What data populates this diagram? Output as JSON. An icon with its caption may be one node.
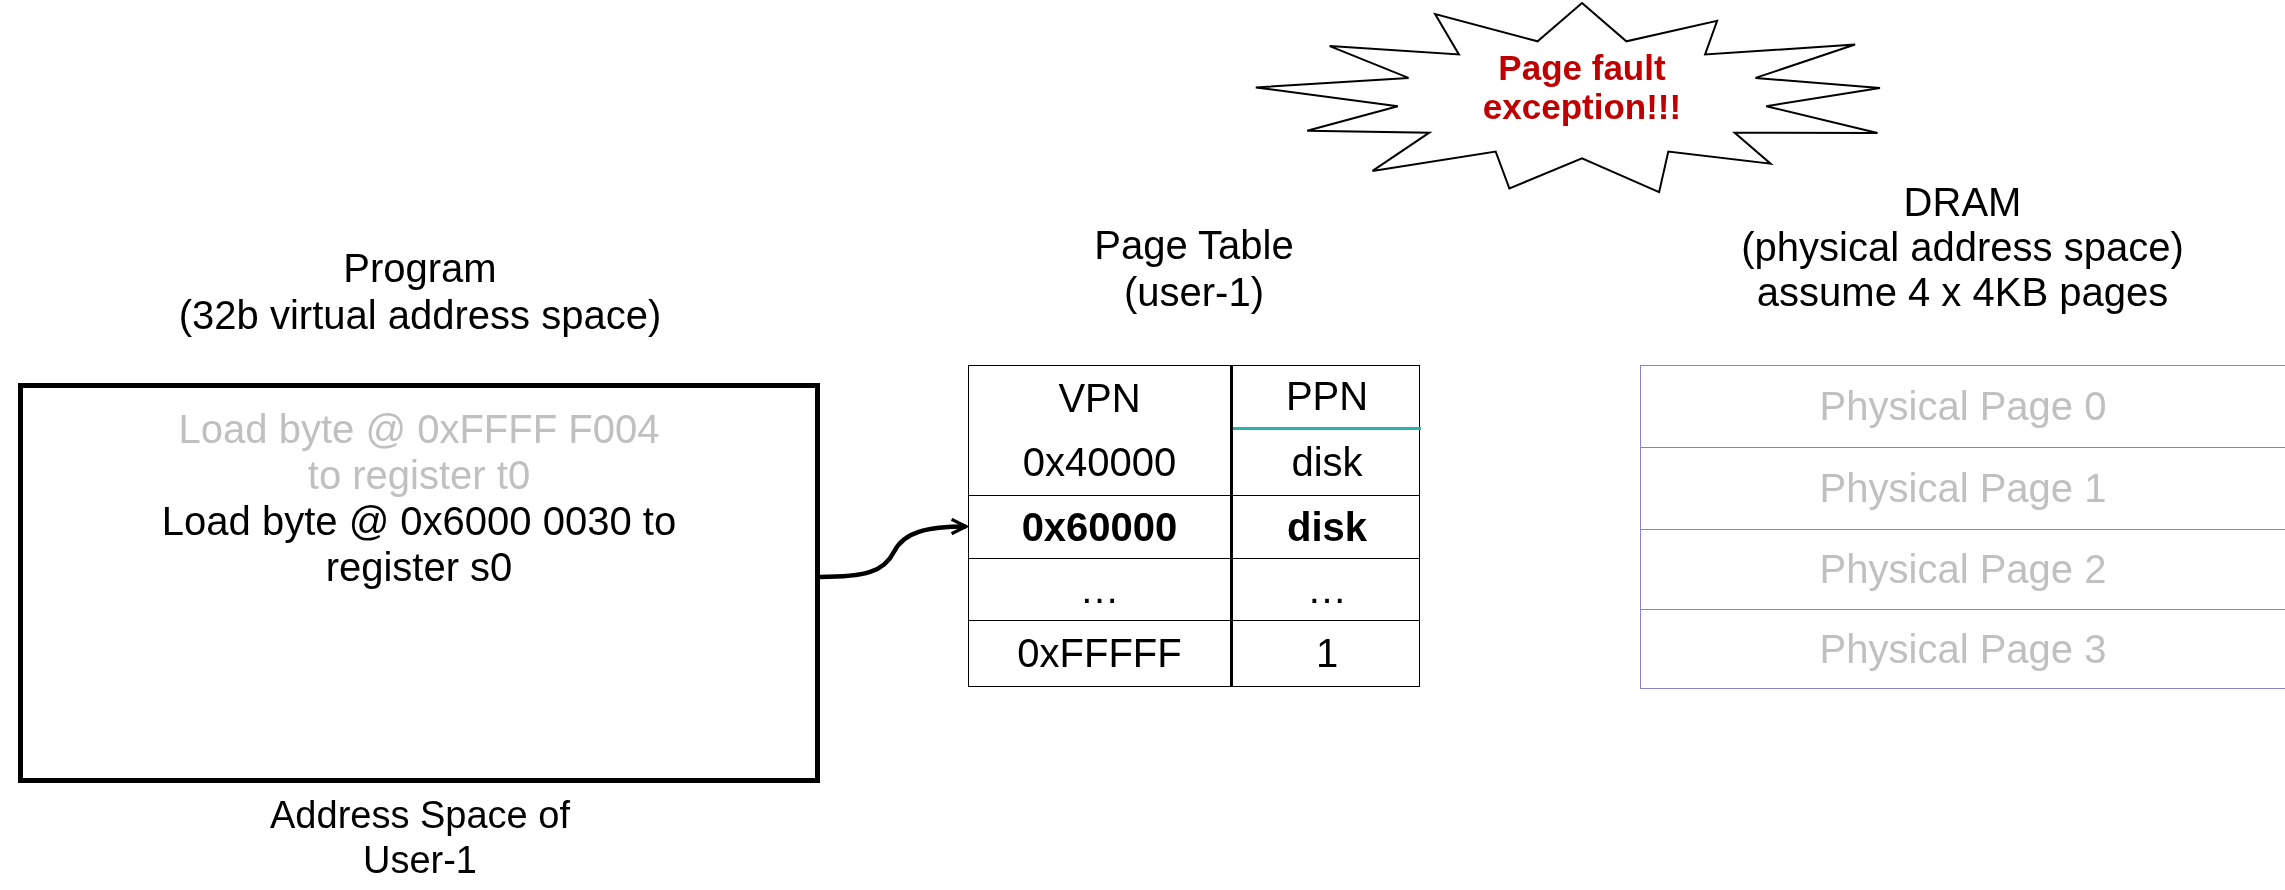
{
  "diagram": {
    "nodes": [
      {
        "text": [
          "Program",
          "(32b virtual address space)",
          "Load byte @ 0xFFFF F004 to register t0",
          "Load byte @ 0x6000 0030 to register s0",
          "Address Space of User-1"
        ]
      },
      {
        "text": [
          "Page Table",
          "(user-1)"
        ]
      },
      {
        "text": [
          "VPN",
          "PPN"
        ],
        "in": 1
      },
      {
        "text": [
          "0x40000",
          "disk"
        ],
        "in": 1
      },
      {
        "text": [
          "0x60000",
          "disk"
        ],
        "in": 1
      },
      {
        "text": [
          "…",
          "…"
        ],
        "in": 1
      },
      {
        "text": [
          "0xFFFFF",
          "1"
        ],
        "in": 1
      },
      {
        "text": [
          "Page fault exception!!!"
        ]
      },
      {
        "text": [
          "DRAM",
          "(physical address space)",
          "assume 4 x 4KB pages"
        ]
      },
      {
        "text": [
          "Physical Page 0"
        ],
        "in": 8
      },
      {
        "text": [
          "Physical Page 1"
        ],
        "in": 8
      },
      {
        "text": [
          "Physical Page 2"
        ],
        "in": 8
      },
      {
        "text": [
          "Physical Page 3"
        ],
        "in": 8
      }
    ],
    "edges": [
      {
        "from": 0,
        "to": 4,
        "arrow": "to"
      }
    ]
  }
}
